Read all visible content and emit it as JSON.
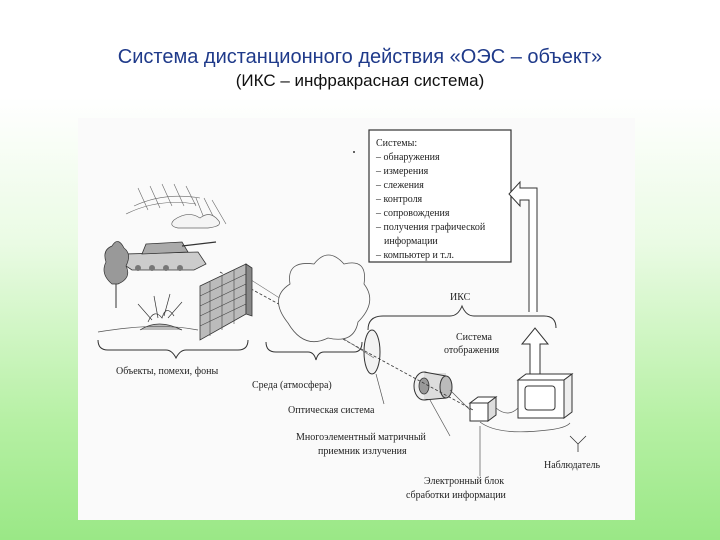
{
  "slide": {
    "title": "Система дистанционного действия «ОЭС – объект»",
    "subtitle": "(ИКС – инфракрасная система)"
  },
  "diagram": {
    "systems_box": {
      "heading": "Системы:",
      "items": [
        "– обнаружения",
        "– измерения",
        "– слежения",
        "– контроля",
        "– сопровождения",
        "– получения графической",
        "информации",
        "– компьютер и т.л."
      ]
    },
    "labels": {
      "iks": "ИКС",
      "display_1": "Система",
      "display_2": "отображения",
      "objects": "Объекты, помехи, фоны",
      "medium": "Среда (атмосфера)",
      "optics": "Оптическая система",
      "receiver_1": "Многоэлементный матричный",
      "receiver_2": "приемник излучения",
      "observer": "Наблюдатель",
      "electronics_1": "Электронный блок",
      "electronics_2": "сбработки информации"
    }
  }
}
